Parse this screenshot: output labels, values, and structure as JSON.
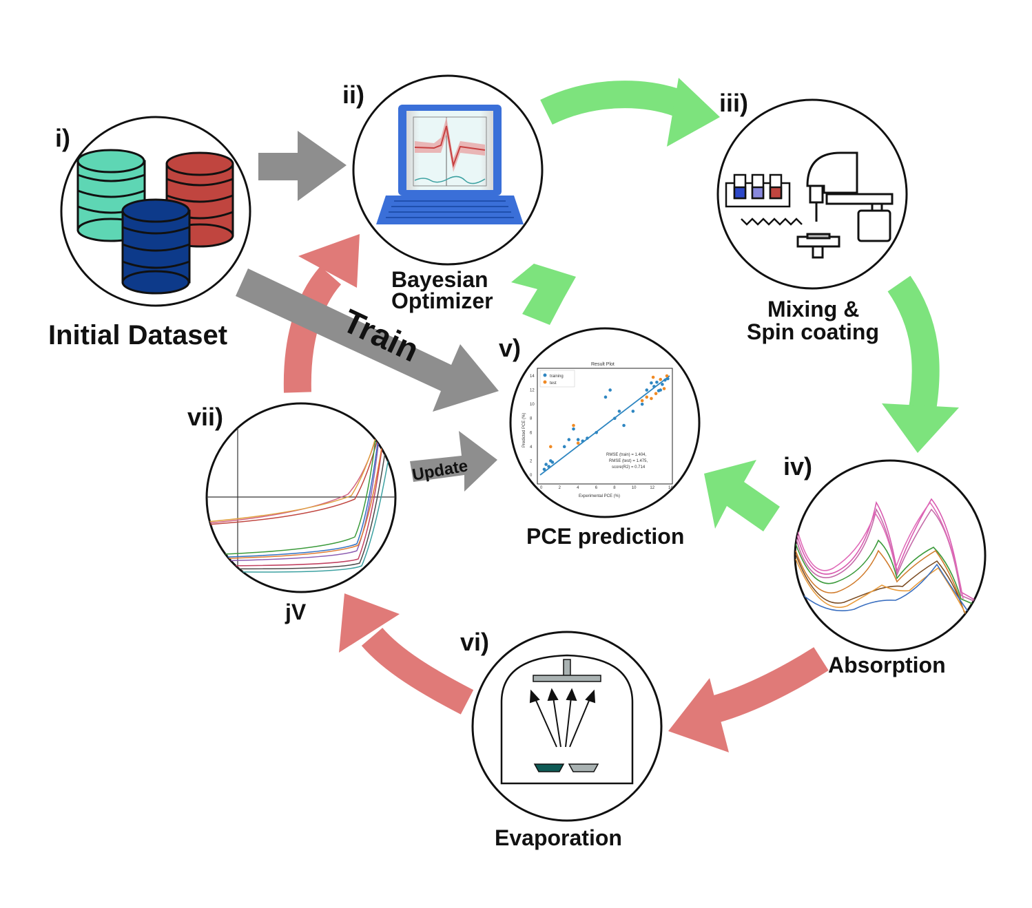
{
  "steps": {
    "i": {
      "num": "i)",
      "label": "Initial Dataset"
    },
    "ii": {
      "num": "ii)",
      "label_line1": "Bayesian",
      "label_line2": "Optimizer"
    },
    "iii": {
      "num": "iii)",
      "label_line1": "Mixing &",
      "label_line2": "Spin coating"
    },
    "iv": {
      "num": "iv)",
      "label": "Absorption"
    },
    "v": {
      "num": "v)",
      "label": "PCE prediction"
    },
    "vi": {
      "num": "vi)",
      "label": "Evaporation"
    },
    "vii": {
      "num": "vii)",
      "label": "jV"
    }
  },
  "arrows": {
    "train": "Train",
    "update": "Update"
  },
  "pce_plot": {
    "title": "Result Plot",
    "legend": [
      "training",
      "test"
    ],
    "xlabel": "Experimental PCE (%)",
    "ylabel": "Predicted PCE (%)",
    "xticks": [
      "0",
      "2",
      "4",
      "6",
      "8",
      "10",
      "12",
      "14"
    ],
    "yticks": [
      "0",
      "2",
      "4",
      "6",
      "8",
      "10",
      "12",
      "14"
    ],
    "stats": [
      "RMSE (train) = 1.404,",
      "RMSE (test) = 1.475,",
      "score(R2) = 0.714"
    ]
  },
  "colors": {
    "green_arrow": "#7de37d",
    "red_arrow": "#e07a78",
    "gray_arrow": "#8e8e8e",
    "db_teal": "#5ed6b4",
    "db_red": "#c0453f",
    "db_navy": "#0d3a8a",
    "laptop": "#3a6fd8"
  }
}
